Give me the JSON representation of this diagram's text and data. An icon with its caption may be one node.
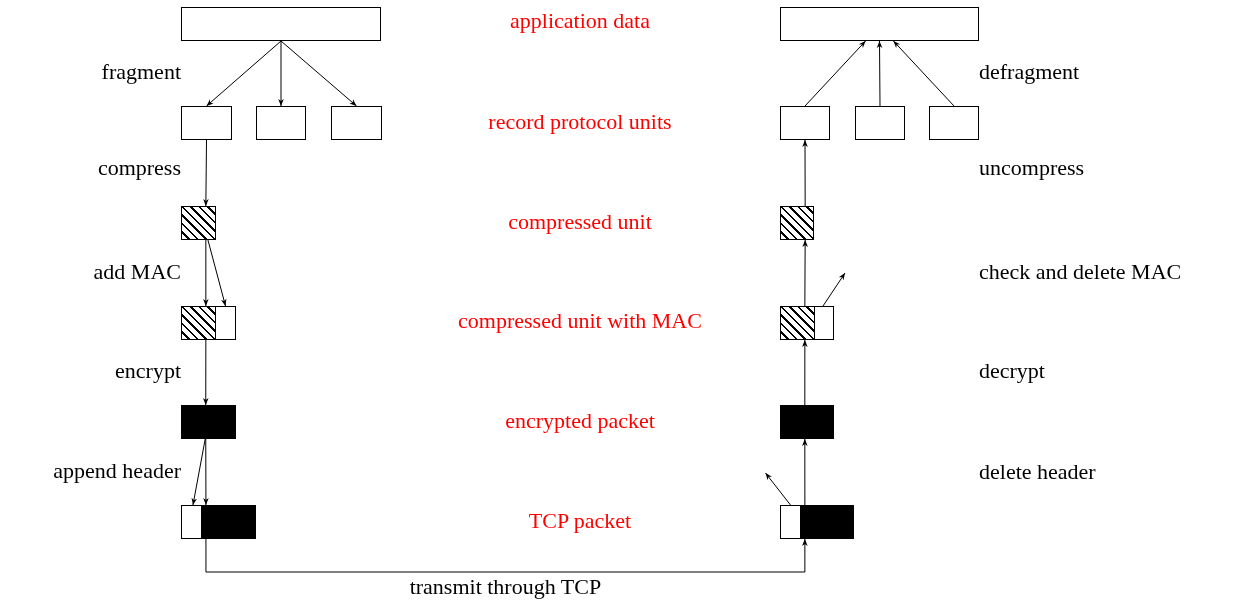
{
  "diagram": {
    "nodes": [
      {
        "text": [],
        "shape": "box"
      },
      {
        "text": [],
        "shape": "box"
      },
      {
        "text": [],
        "shape": "box"
      },
      {
        "text": [],
        "shape": "box"
      },
      {
        "text": [],
        "shape": "box"
      },
      {
        "text": [],
        "shape": "box"
      },
      {
        "text": [],
        "shape": "box"
      },
      {
        "text": [],
        "shape": "box"
      },
      {
        "text": [],
        "shape": "box"
      },
      {
        "text": [],
        "shape": "box"
      },
      {
        "text": [],
        "shape": "box"
      },
      {
        "text": [],
        "shape": "box"
      },
      {
        "text": [],
        "shape": "box"
      },
      {
        "text": [],
        "shape": "box"
      },
      {
        "text": [],
        "shape": "box"
      },
      {
        "text": [],
        "shape": "box"
      },
      {
        "text": [],
        "shape": "box"
      },
      {
        "text": [],
        "shape": "box"
      },
      {
        "text": [],
        "shape": "box"
      },
      {
        "text": [],
        "shape": "box"
      }
    ],
    "edges": [
      {
        "from": 0,
        "to": 2,
        "arrow": "to"
      },
      {
        "from": 0,
        "to": 3,
        "arrow": "to"
      },
      {
        "from": 0,
        "to": 4,
        "arrow": "to"
      },
      {
        "from": 5,
        "to": 1,
        "arrow": "to"
      },
      {
        "from": 6,
        "to": 1,
        "arrow": "to"
      },
      {
        "from": 7,
        "to": 1,
        "arrow": "to"
      },
      {
        "from": 2,
        "to": 8,
        "arrow": "to"
      },
      {
        "from": 8,
        "to": 10,
        "arrow": "to"
      },
      {
        "from": 8,
        "to": 11,
        "arrow": "to"
      },
      {
        "from": 10,
        "to": 14,
        "arrow": "to"
      },
      {
        "from": 14,
        "to": 16,
        "arrow": "to"
      },
      {
        "from": 14,
        "to": 17,
        "arrow": "to"
      },
      {
        "from": 17,
        "to": 19,
        "arrow": "to",
        "label": "transmit through TCP"
      },
      {
        "from": 18,
        "to": null,
        "arrow": "to"
      },
      {
        "from": 19,
        "to": 15,
        "arrow": "to"
      },
      {
        "from": 15,
        "to": 12,
        "arrow": "to"
      },
      {
        "from": 13,
        "to": null,
        "arrow": "to"
      },
      {
        "from": 12,
        "to": 9,
        "arrow": "to"
      },
      {
        "from": 9,
        "to": 5,
        "arrow": "to"
      }
    ],
    "labels": [
      "application data",
      "fragment",
      "defragment",
      "record protocol units",
      "compress",
      "uncompress",
      "compressed unit",
      "add MAC",
      "check and delete MAC",
      "compressed unit with MAC",
      "encrypt",
      "decrypt",
      "encrypted packet",
      "append header",
      "delete header",
      "TCP packet"
    ]
  }
}
